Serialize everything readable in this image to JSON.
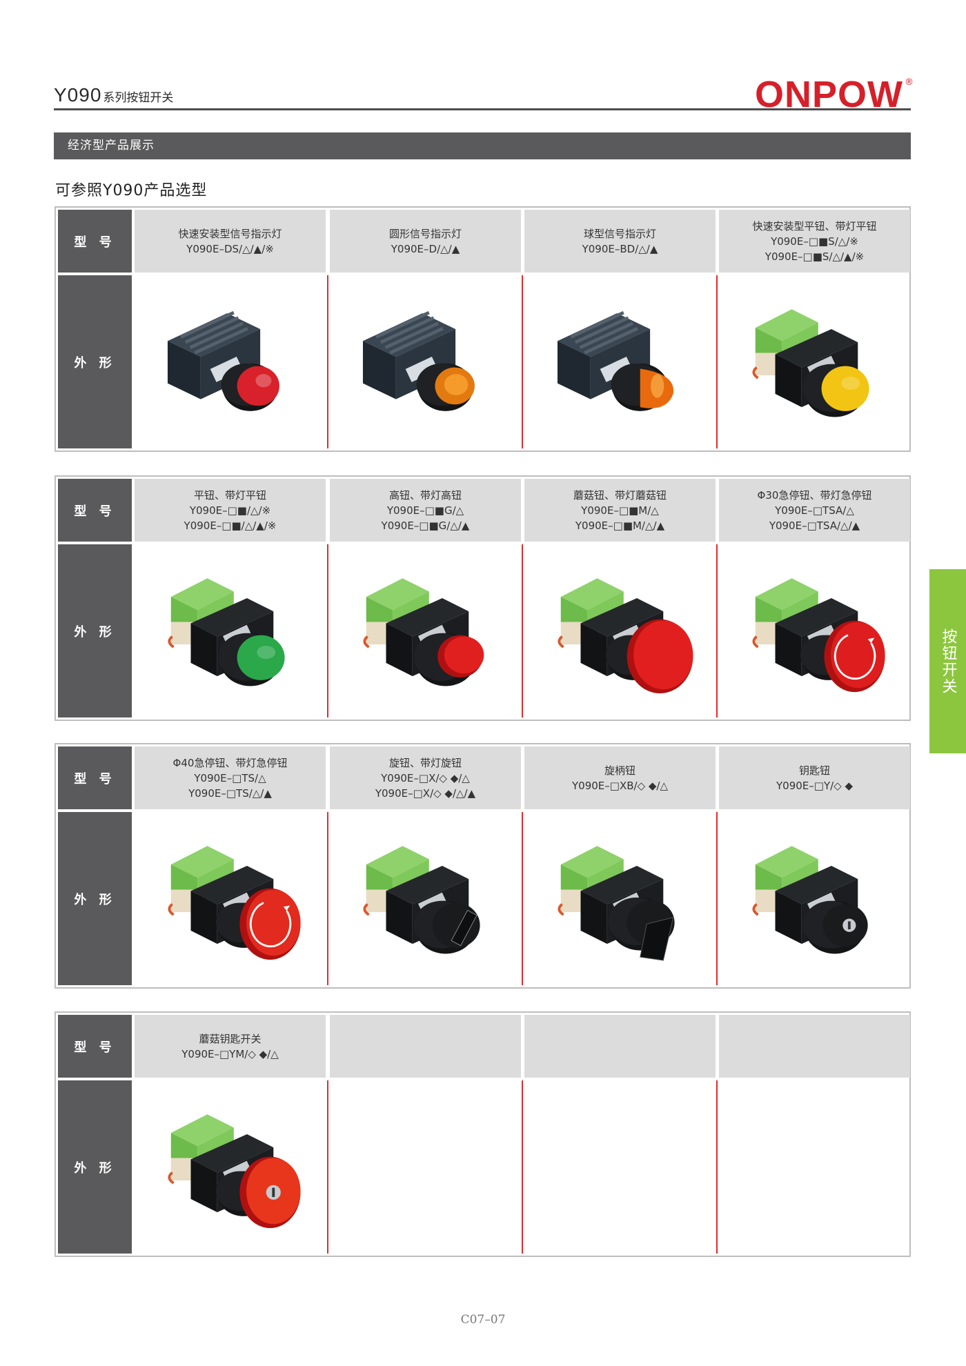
{
  "header": {
    "series": "Y090",
    "series_suffix": "系列按钮开关",
    "brand": "ONPOW",
    "brand_mark": "®"
  },
  "section_bar": "经济型产品展示",
  "subheading": "可参照Y090产品选型",
  "labels": {
    "model": "型 号",
    "shape": "外 形"
  },
  "tables": [
    {
      "cells": [
        {
          "lines": [
            "快速安装型信号指示灯",
            "Y090E–DS/△/▲/※"
          ],
          "image": "pilot-light-flat-red"
        },
        {
          "lines": [
            "圆形信号指示灯",
            "Y090E–D/△/▲"
          ],
          "image": "pilot-light-round-orange"
        },
        {
          "lines": [
            "球型信号指示灯",
            "Y090E–BD/△/▲"
          ],
          "image": "pilot-light-dome-orange"
        },
        {
          "lines": [
            "快速安装型平钮、带灯平钮",
            "Y090E–□■S/△/※",
            "Y090E–□■S/△/▲/※"
          ],
          "image": "flush-button-yellow"
        }
      ]
    },
    {
      "cells": [
        {
          "lines": [
            "平钮、带灯平钮",
            "Y090E–□■/△/※",
            "Y090E–□■/△/▲/※"
          ],
          "image": "flush-button-green"
        },
        {
          "lines": [
            "高钮、带灯高钮",
            "Y090E–□■G/△",
            "Y090E–□■G/△/▲"
          ],
          "image": "extended-button-red"
        },
        {
          "lines": [
            "蘑菇钮、带灯蘑菇钮",
            "Y090E–□■M/△",
            "Y090E–□■M/△/▲"
          ],
          "image": "mushroom-button-red"
        },
        {
          "lines": [
            "Φ30急停钮、带灯急停钮",
            "Y090E–□TSA/△",
            "Y090E–□TSA/△/▲"
          ],
          "image": "emergency-stop-30-red"
        }
      ]
    },
    {
      "cells": [
        {
          "lines": [
            "Φ40急停钮、带灯急停钮",
            "Y090E–□TS/△",
            "Y090E–□TS/△/▲"
          ],
          "image": "emergency-stop-40-red"
        },
        {
          "lines": [
            "旋钮、带灯旋钮",
            "Y090E–□X/◇ ◆/△",
            "Y090E–□X/◇ ◆/△/▲"
          ],
          "image": "selector-knob-short"
        },
        {
          "lines": [
            "旋柄钮",
            "Y090E–□XB/◇ ◆/△"
          ],
          "image": "selector-lever-long"
        },
        {
          "lines": [
            "钥匙钮",
            "Y090E–□Y/◇ ◆"
          ],
          "image": "key-switch"
        }
      ]
    },
    {
      "cells": [
        {
          "lines": [
            "蘑菇钥匙开关",
            "Y090E–□YM/◇ ◆/△"
          ],
          "image": "mushroom-key-switch-red"
        },
        {
          "lines": [],
          "image": ""
        },
        {
          "lines": [],
          "image": ""
        },
        {
          "lines": [],
          "image": ""
        }
      ]
    }
  ],
  "side_tab": "按钮开关",
  "page_number": "C07–07"
}
